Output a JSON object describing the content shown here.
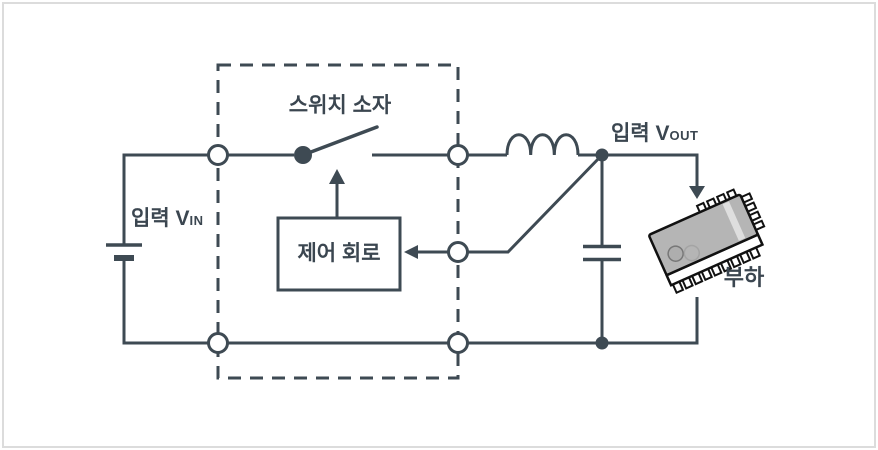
{
  "diagram": {
    "type": "circuit-schematic",
    "labels": {
      "switch_element": "스위치 소자",
      "vin_prefix": "입력 V",
      "vin_sub": "IN",
      "vout_prefix": "입력 V",
      "vout_sub": "OUT",
      "control_circuit": "제어 회로",
      "load": "부하"
    },
    "symbols": [
      "battery-symbol",
      "switch-symbol",
      "regulator-boundary-dashed-box",
      "control-circuit-box",
      "inductor-symbol",
      "capacitor-symbol",
      "node-circles",
      "junction-dots",
      "output-arrow",
      "feedback-arrow",
      "gate-drive-arrow",
      "ic-chip-illustration"
    ]
  },
  "colors": {
    "stroke": "#3e4a53",
    "text": "#3b4650",
    "frame": "#dcdcdc",
    "chip": "#b5b5b5",
    "background": "#ffffff"
  }
}
